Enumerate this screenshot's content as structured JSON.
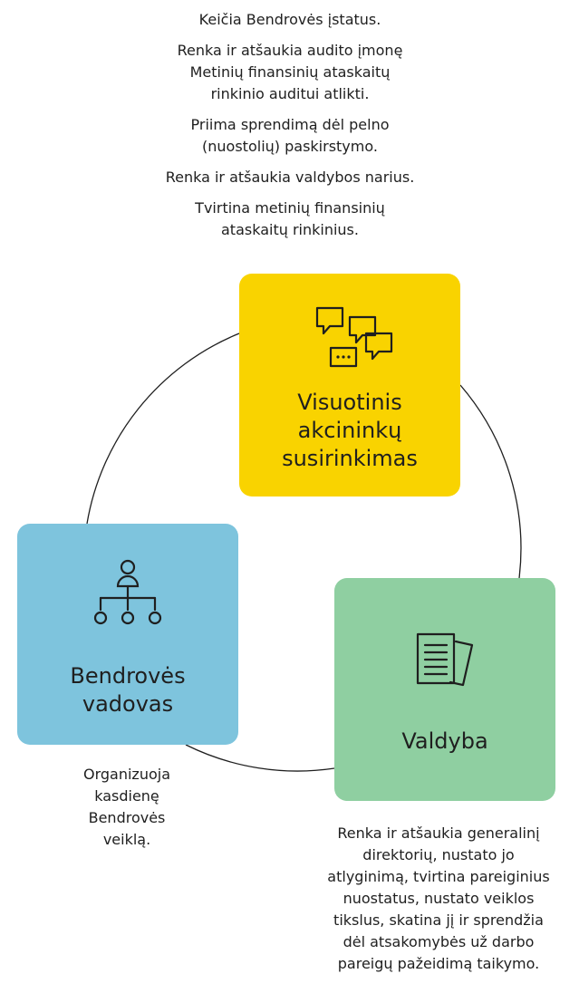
{
  "top_responsibilities": [
    [
      "Keičia Bendrovės įstatus."
    ],
    [
      "Renka ir atšaukia audito įmonę",
      "Metinių finansinių ataskaitų",
      "rinkinio auditui atlikti."
    ],
    [
      "Priima sprendimą dėl pelno",
      "(nuostolių) paskirstymo."
    ],
    [
      "Renka ir atšaukia valdybos narius."
    ],
    [
      "Tvirtina metinių finansinių",
      "ataskaitų rinkinius."
    ]
  ],
  "nodes": {
    "meeting": {
      "title_lines": [
        "Visuotinis",
        "akcininkų",
        "susirinkimas"
      ],
      "icon": "speech-bubbles-icon",
      "color": "#f9d300"
    },
    "ceo": {
      "title_lines": [
        "Bendrovės",
        "vadovas"
      ],
      "icon": "org-chart-icon",
      "color": "#7ec4dd"
    },
    "board": {
      "title_lines": [
        "Valdyba"
      ],
      "icon": "documents-icon",
      "color": "#8fcfa1"
    }
  },
  "ceo_responsibilities": [
    "Organizuoja",
    "kasdienę",
    "Bendrovės",
    "veiklą."
  ],
  "board_responsibilities": [
    "Renka ir atšaukia generalinį",
    "direktorių, nustato jo",
    "atlyginimą, tvirtina pareiginius",
    "nuostatus, nustato veiklos",
    "tikslus, skatina jį ir sprendžia",
    "dėl atsakomybės už darbo",
    "pareigų pažeidimą taikymo."
  ]
}
